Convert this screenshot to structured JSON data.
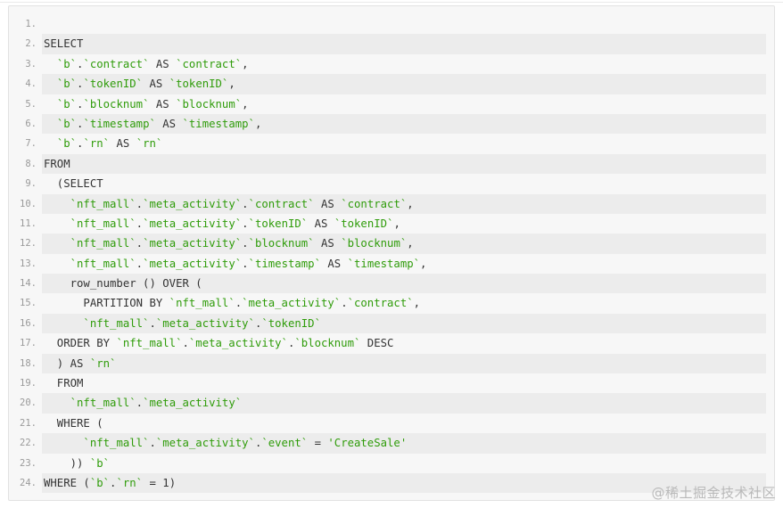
{
  "code_block": {
    "language": "sql",
    "lines": [
      {
        "number": "1.",
        "text": ""
      },
      {
        "number": "2.",
        "text": "SELECT"
      },
      {
        "number": "3.",
        "text": "  `b`.`contract` AS `contract`,"
      },
      {
        "number": "4.",
        "text": "  `b`.`tokenID` AS `tokenID`,"
      },
      {
        "number": "5.",
        "text": "  `b`.`blocknum` AS `blocknum`,"
      },
      {
        "number": "6.",
        "text": "  `b`.`timestamp` AS `timestamp`,"
      },
      {
        "number": "7.",
        "text": "  `b`.`rn` AS `rn`"
      },
      {
        "number": "8.",
        "text": "FROM"
      },
      {
        "number": "9.",
        "text": "  (SELECT"
      },
      {
        "number": "10.",
        "text": "    `nft_mall`.`meta_activity`.`contract` AS `contract`,"
      },
      {
        "number": "11.",
        "text": "    `nft_mall`.`meta_activity`.`tokenID` AS `tokenID`,"
      },
      {
        "number": "12.",
        "text": "    `nft_mall`.`meta_activity`.`blocknum` AS `blocknum`,"
      },
      {
        "number": "13.",
        "text": "    `nft_mall`.`meta_activity`.`timestamp` AS `timestamp`,"
      },
      {
        "number": "14.",
        "text": "    row_number () OVER ("
      },
      {
        "number": "15.",
        "text": "      PARTITION BY `nft_mall`.`meta_activity`.`contract`,"
      },
      {
        "number": "16.",
        "text": "      `nft_mall`.`meta_activity`.`tokenID`"
      },
      {
        "number": "17.",
        "text": "  ORDER BY `nft_mall`.`meta_activity`.`blocknum` DESC"
      },
      {
        "number": "18.",
        "text": "  ) AS `rn`"
      },
      {
        "number": "19.",
        "text": "  FROM"
      },
      {
        "number": "20.",
        "text": "    `nft_mall`.`meta_activity`"
      },
      {
        "number": "21.",
        "text": "  WHERE ("
      },
      {
        "number": "22.",
        "text": "      `nft_mall`.`meta_activity`.`event` = 'CreateSale'"
      },
      {
        "number": "23.",
        "text": "    )) `b`"
      },
      {
        "number": "24.",
        "text": "WHERE (`b`.`rn` = 1)"
      }
    ]
  },
  "watermark": {
    "text": "@稀土掘金技术社区"
  },
  "colors": {
    "panel_background": "#f7f7f7",
    "shaded_line": "#ececec",
    "keyword": "#333333",
    "identifier": "#2f9c0a",
    "line_number": "#9a9a9a"
  }
}
